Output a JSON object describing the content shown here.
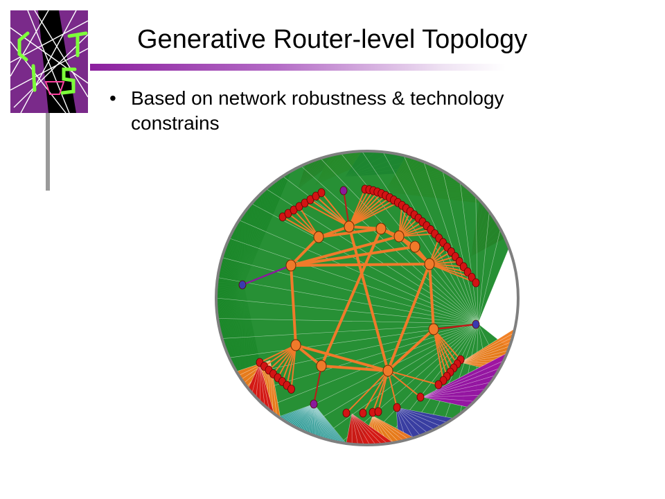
{
  "slide": {
    "title": "Generative Router-level Topology",
    "bullets": [
      {
        "text": "Based on network robustness & technology constrains"
      }
    ]
  },
  "logo": {
    "letters": [
      "C",
      "T",
      "I",
      "S"
    ]
  },
  "colors": {
    "accent": "#8b1f9e",
    "link": "#f07a2a",
    "router": "#f07a2a",
    "host": "#d21414",
    "blue_node": "#3a3ab0",
    "purple_node": "#8a1a9c",
    "dark_green": "#0b4a14",
    "green": "#1b8a2a",
    "teal": "#2a9a9a",
    "red": "#d21414",
    "orange": "#f07a1a",
    "blue": "#3a3aa8",
    "purple": "#9a10a8",
    "rim": "#7f7f7f"
  }
}
